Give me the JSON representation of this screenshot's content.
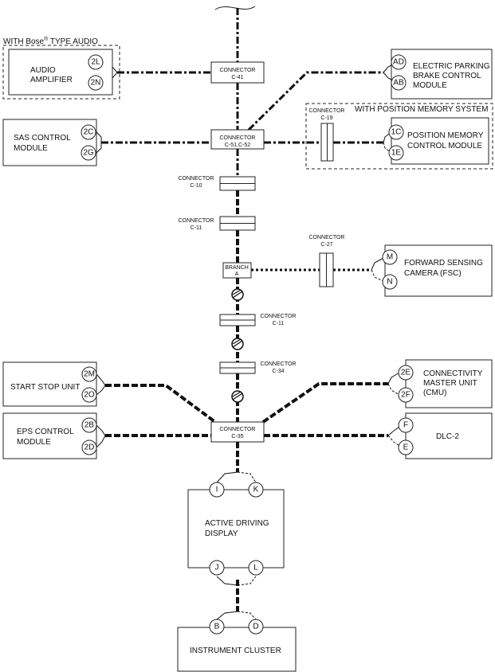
{
  "header_notes": {
    "bose_prefix": "WITH Bose",
    "bose_reg": "®",
    "bose_suffix": " TYPE AUDIO",
    "position_memory": "WITH POSITION MEMORY SYSTEM"
  },
  "modules": {
    "audio_amplifier": [
      "AUDIO",
      "AMPLIFIER"
    ],
    "epb": [
      "ELECTRIC PARKING",
      "BRAKE CONTROL",
      "MODULE"
    ],
    "sas": [
      "SAS CONTROL",
      "MODULE"
    ],
    "position_memory": [
      "POSITION MEMORY",
      "CONTROL MODULE"
    ],
    "fsc": [
      "FORWARD SENSING",
      "CAMERA (FSC)"
    ],
    "start_stop": [
      "START STOP UNIT"
    ],
    "cmu": [
      "CONNECTIVITY",
      "MASTER UNIT",
      "(CMU)"
    ],
    "eps": [
      "EPS CONTROL",
      "MODULE"
    ],
    "dlc": [
      "DLC-2"
    ],
    "add": [
      "ACTIVE DRIVING",
      "DISPLAY"
    ],
    "cluster": [
      "INSTRUMENT CLUSTER"
    ]
  },
  "pins": {
    "audio_a": "2L",
    "audio_b": "2N",
    "epb_a": "AD",
    "epb_b": "AB",
    "sas_a": "2C",
    "sas_b": "2G",
    "pm_a": "1C",
    "pm_b": "1E",
    "fsc_a": "M",
    "fsc_b": "N",
    "ss_a": "2M",
    "ss_b": "2O",
    "cmu_a": "2E",
    "cmu_b": "2F",
    "eps_a": "2B",
    "eps_b": "2D",
    "dlc_a": "F",
    "dlc_b": "E",
    "add_i": "I",
    "add_k": "K",
    "add_j": "J",
    "add_l": "L",
    "cl_b": "B",
    "cl_d": "D"
  },
  "connectors": {
    "c41": [
      "CONNECTOR",
      "C-41"
    ],
    "c51": [
      "CONNECTOR",
      "C-51,C-52"
    ],
    "c19": [
      "CONNECTOR",
      "C-19"
    ],
    "c10": [
      "CONNECTOR",
      "C-10"
    ],
    "c11_upper": [
      "CONNECTOR",
      "C-11"
    ],
    "c27": [
      "CONNECTOR",
      "C-27"
    ],
    "branch_a": [
      "BRANCH",
      "A"
    ],
    "c11_lower": [
      "CONNECTOR",
      "C-11"
    ],
    "c34": [
      "CONNECTOR",
      "C-34"
    ],
    "c35": [
      "CONNECTOR",
      "C-35"
    ]
  }
}
